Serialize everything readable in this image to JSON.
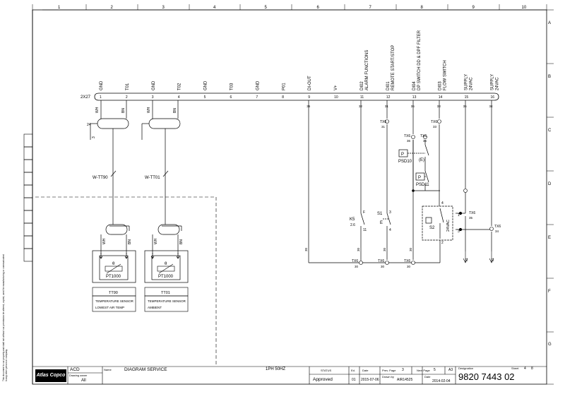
{
  "grid": {
    "columns": [
      "1",
      "2",
      "3",
      "4",
      "5",
      "6",
      "7",
      "8",
      "9",
      "10"
    ],
    "rows": [
      "A",
      "B",
      "C",
      "D",
      "E",
      "F",
      "G"
    ]
  },
  "terminal_strip": {
    "name": "2X27",
    "terminals": [
      {
        "num": "1",
        "label": "GND",
        "wire": "WH"
      },
      {
        "num": "2",
        "label": "T01",
        "wire": "BN"
      },
      {
        "num": "3",
        "label": "GND",
        "wire": "WH"
      },
      {
        "num": "4",
        "label": "T02",
        "wire": "BN"
      },
      {
        "num": "5",
        "label": "GND",
        "wire": ""
      },
      {
        "num": "6",
        "label": "T03",
        "wire": ""
      },
      {
        "num": "7",
        "label": "GND",
        "wire": ""
      },
      {
        "num": "8",
        "label": "P01",
        "wire": ""
      },
      {
        "num": "9",
        "label": "DI-OUT",
        "wire": "36"
      },
      {
        "num": "10",
        "label": "V+",
        "wire": ""
      },
      {
        "num": "11",
        "label": "DI02 ALARM FUNCTIONS",
        "wire": "32"
      },
      {
        "num": "12",
        "label": "DI01 REMOTE START/STOP",
        "wire": "31"
      },
      {
        "num": "13",
        "label": "DI04 DP SWITCH DD & DPF FILTER",
        "wire": "36"
      },
      {
        "num": "14",
        "label": "DI03 FLOW SWITCH",
        "wire": "33"
      },
      {
        "num": "15",
        "label": "SUPPLY 24VAC",
        "wire": "35"
      },
      {
        "num": "16",
        "label": "SUPPLY 24VAC",
        "wire": "34"
      }
    ]
  },
  "cables": [
    {
      "name": "W-TT90",
      "shield": "24",
      "ref": "3"
    },
    {
      "name": "W-TT01",
      "shield": "",
      "ref": ""
    }
  ],
  "sensors": [
    {
      "tag": "TT90",
      "type": "PT1000",
      "glyph": "θ",
      "desc1": "TEMPERATURE SENSOR",
      "desc2": "LOWEST AIR TEMP",
      "wh": "WH",
      "bn": "BN"
    },
    {
      "tag": "TT01",
      "type": "PT1000",
      "glyph": "θ",
      "desc1": "TEMPERATURE SENSOR",
      "desc2": "AMBIENT",
      "wh": "WH",
      "bn": "BN"
    }
  ],
  "devices": {
    "k5": {
      "tag": "K5",
      "ref": "2.6",
      "pin_top": "F",
      "pin_bottom": "11"
    },
    "s1": {
      "tag": "S1",
      "pin_top": "3",
      "pin_bottom": "4",
      "actuator": "E"
    },
    "psd10": {
      "tag": "PSD10",
      "symbol": "P"
    },
    "psd11": {
      "tag": "PSD11",
      "symbol": "P"
    },
    "bracket": "(E)",
    "s2": {
      "tag": "S2",
      "voltage": "24VAC",
      "pin_top": "4",
      "pin_bottom": "2",
      "pin_1": "1",
      "pin_3": "3"
    }
  },
  "terminals_tx6": [
    {
      "label": "TX6",
      "num": "31"
    },
    {
      "label": "TX6",
      "num": "36"
    },
    {
      "label": "TX6",
      "num": "36"
    },
    {
      "label": "TX6",
      "num": "33"
    },
    {
      "label": "TX6",
      "num": "35"
    },
    {
      "label": "TX6",
      "num": "34"
    },
    {
      "label": "TX6",
      "num": "30"
    },
    {
      "label": "TX6",
      "num": "30"
    },
    {
      "label": "TX6",
      "num": "30"
    }
  ],
  "wire_labels": {
    "w30": "30",
    "w21a": "21",
    "w21b": "21"
  },
  "title_block": {
    "logo": "Atlas Copco",
    "acd": "ACD",
    "owner_label": "Drawing owner",
    "owner": "All",
    "name_label": "Name",
    "name": "DIAGRAM SERVICE",
    "power": "1PH  50HZ",
    "status_label": "STATUS",
    "status": "Approved",
    "ed_label": "Ed.",
    "ed": "01",
    "date_label": "Date",
    "date": "2015-07-06",
    "prev_label": "Prev. Page",
    "prev": "3",
    "drawn_label": "Drawn by",
    "drawn": "AIR14525",
    "next_label": "Next Page",
    "next": "5",
    "date2_label": "Date",
    "date2": "2014-02-04",
    "size": "A3",
    "designation_label": "Designation",
    "designation": "9820 7443 02",
    "sheet_label": "Sheet",
    "sheet": "4",
    "sheets": "8"
  },
  "side_note": "This document is our property and shall not without our permission be altered, copied, used for manufacturing or communicated to any other person or company."
}
